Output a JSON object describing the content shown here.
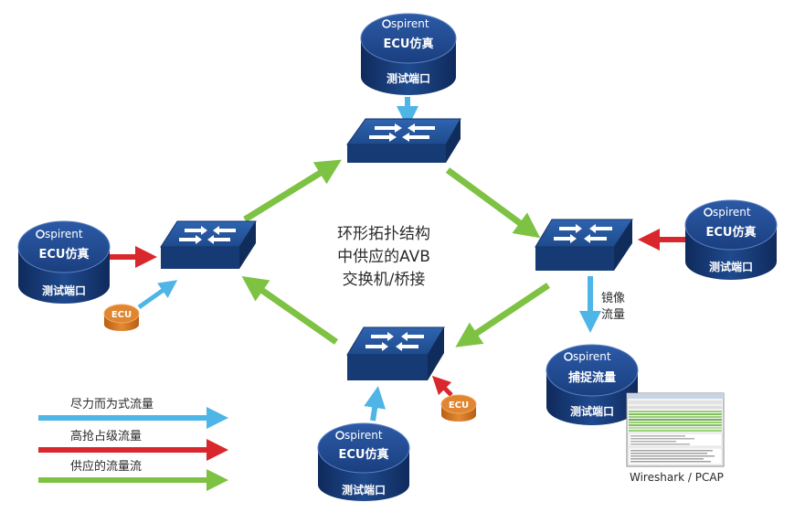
{
  "center_text": [
    "环形拓扑结构",
    "中供应的AVB",
    "交换机/桥接"
  ],
  "brand": "spirent",
  "top_node": {
    "title": "ECU仿真",
    "port": "测试端口"
  },
  "left_node": {
    "title": "ECU仿真",
    "port": "测试端口"
  },
  "right_node": {
    "title": "ECU仿真",
    "port": "测试端口"
  },
  "bottom_node": {
    "title": "ECU仿真",
    "port": "测试端口"
  },
  "capture_node": {
    "title": "捕捉流量",
    "port": "测试端口"
  },
  "ecu_small_left": "ECU",
  "ecu_small_bottom": "ECU",
  "mirror_label": [
    "镜像",
    "流量"
  ],
  "wireshark_caption": "Wireshark / PCAP",
  "legend": [
    {
      "label": "尽力而为式流量",
      "color": "#4fb4e6"
    },
    {
      "label": "高抢占级流量",
      "color": "#d8282e"
    },
    {
      "label": "供应的流量流",
      "color": "#7dc242"
    }
  ],
  "colors": {
    "switch": "#1d4e8c",
    "cylinder": "#1a3e7a",
    "ecu_small": "#d97b29"
  }
}
